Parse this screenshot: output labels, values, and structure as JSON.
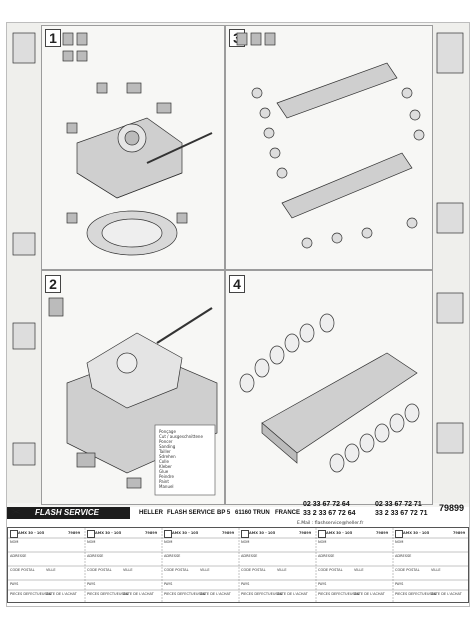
{
  "steps": {
    "s1": "1",
    "s2": "2",
    "s3": "3",
    "s4": "4"
  },
  "legend_lines": [
    "Ponçage",
    "Cut / ausgeschnittene",
    "Poncer",
    "Sanding",
    "Tailler",
    "Sdrehen",
    "Colle",
    "Kleber",
    "Glue",
    "Peindre",
    "Paint",
    "Manuel"
  ],
  "footer": {
    "brand": "FLASH SERVICE",
    "company": "HELLER",
    "service": "FLASH SERVICE",
    "bp": "BP 5",
    "city": "61160 TRUN",
    "country": "FRANCE",
    "phone1": "02 33 67 72 64",
    "phone1_intl": "33 2 33 67 72 64",
    "phone2": "02 33 67 72 71",
    "phone2_intl": "33 2 33 67 72 71",
    "email": "E.Mail : flashservice@heller.fr",
    "ref": "79899",
    "coupon_ref": "79899",
    "amx": "AMX 30 - 105",
    "coupon_labels": [
      "NOM",
      "ADRESSE",
      "CODE POSTAL",
      "VILLE",
      "PAYS",
      "PIECES DEFECTUEUSES",
      "DATE DE L'ACHAT"
    ]
  },
  "colors": {
    "ink": "#222222",
    "band": "#1c1c1c",
    "paper": "#f4f4f2"
  }
}
